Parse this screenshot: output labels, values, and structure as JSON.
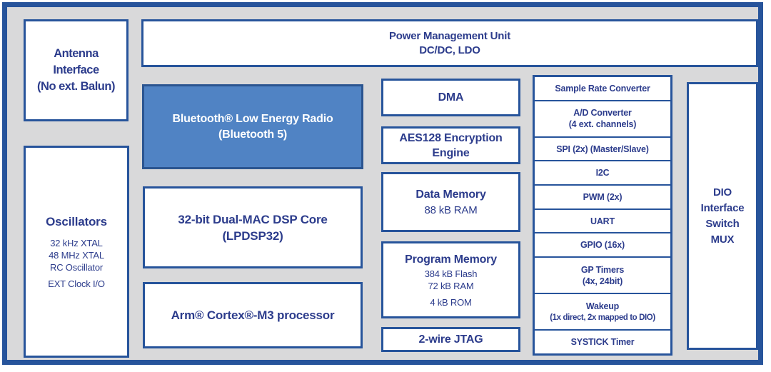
{
  "diagram": {
    "title": "RSL10-style SoC block diagram",
    "colors": {
      "frame_border": "#27549b",
      "canvas_bg": "#d9d9da",
      "box_bg": "#ffffff",
      "box_border": "#27549b",
      "accent_box_bg": "#5083c4",
      "accent_box_border": "#2b5590",
      "text_navy": "#2c3c8c",
      "accent_text": "#ffffff"
    },
    "antenna": {
      "line1": "Antenna",
      "line2": "Interface",
      "line3": "(No ext. Balun)"
    },
    "oscillators": {
      "title": "Oscillators",
      "items": [
        "32 kHz XTAL",
        "48 MHz XTAL",
        "RC Oscillator"
      ],
      "extra": "EXT Clock I/O"
    },
    "pmu": {
      "line1": "Power Management Unit",
      "line2": "DC/DC, LDO"
    },
    "bluetooth": {
      "line1": "Bluetooth® Low Energy Radio",
      "line2": "(Bluetooth 5)"
    },
    "dsp": {
      "line1": "32-bit Dual-MAC DSP Core",
      "line2": "(LPDSP32)"
    },
    "arm": {
      "label": "Arm® Cortex®-M3 processor"
    },
    "dma": {
      "label": "DMA"
    },
    "aes": {
      "line1": "AES128 Encryption",
      "line2": "Engine"
    },
    "data_memory": {
      "title": "Data Memory",
      "sub": "88 kB RAM"
    },
    "program_memory": {
      "title": "Program Memory",
      "items": [
        "384 kB Flash",
        "72 kB RAM",
        "4 kB ROM"
      ]
    },
    "jtag": {
      "label": "2-wire JTAG"
    },
    "peripherals": [
      {
        "lines": [
          "Sample Rate Converter"
        ]
      },
      {
        "lines": [
          "A/D Converter",
          "(4 ext. channels)"
        ]
      },
      {
        "lines": [
          "SPI (2x) (Master/Slave)"
        ]
      },
      {
        "lines": [
          "I2C"
        ]
      },
      {
        "lines": [
          "PWM (2x)"
        ]
      },
      {
        "lines": [
          "UART"
        ]
      },
      {
        "lines": [
          "GPIO (16x)"
        ]
      },
      {
        "lines": [
          "GP Timers",
          "(4x, 24bit)"
        ]
      },
      {
        "lines": [
          "Wakeup",
          "(1x direct, 2x mapped to DIO)"
        ]
      },
      {
        "lines": [
          "SYSTICK Timer"
        ]
      }
    ],
    "dio": {
      "line1": "DIO",
      "line2": "Interface",
      "line3": "Switch",
      "line4": "MUX"
    }
  }
}
